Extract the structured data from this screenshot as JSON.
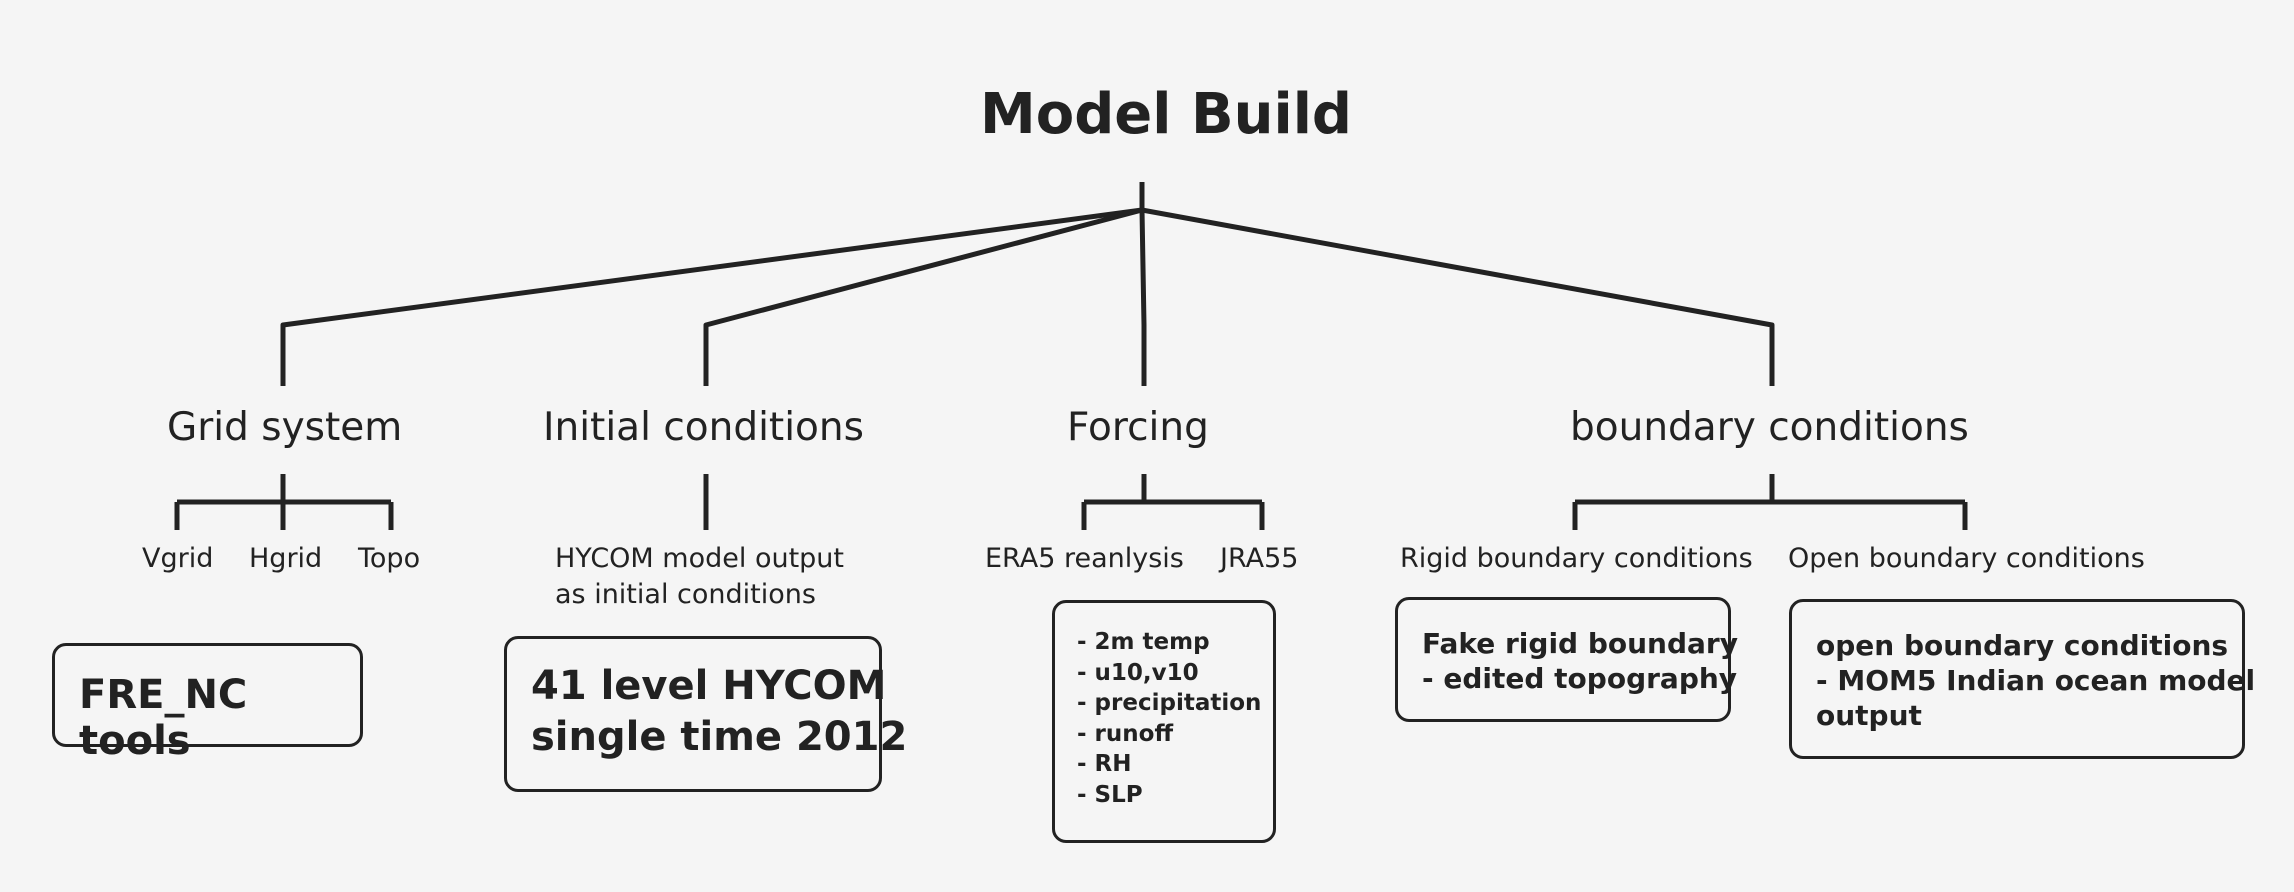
{
  "root": {
    "label": "Model Build"
  },
  "branches": {
    "grid": {
      "label": "Grid system",
      "leaves": [
        "Vgrid",
        "Hgrid",
        "Topo"
      ],
      "box": "FRE_NC tools"
    },
    "initial": {
      "label": "Initial conditions",
      "leaf": "HYCOM model output\nas initial conditions",
      "box": "41 level HYCOM\nsingle time 2012"
    },
    "forcing": {
      "label": "Forcing",
      "leaves": [
        "ERA5 reanlysis",
        "JRA55"
      ],
      "box": "- 2m temp\n- u10,v10\n- precipitation\n- runoff\n- RH\n- SLP"
    },
    "boundary": {
      "label": "boundary conditions",
      "leaves": [
        "Rigid boundary conditions",
        "Open boundary conditions"
      ],
      "rigid_box": "Fake rigid boundary\n- edited topography",
      "open_box": "open boundary conditions\n- MOM5 Indian ocean model\noutput"
    }
  },
  "colors": {
    "line": "#222222",
    "background": "#f5f5f5"
  }
}
